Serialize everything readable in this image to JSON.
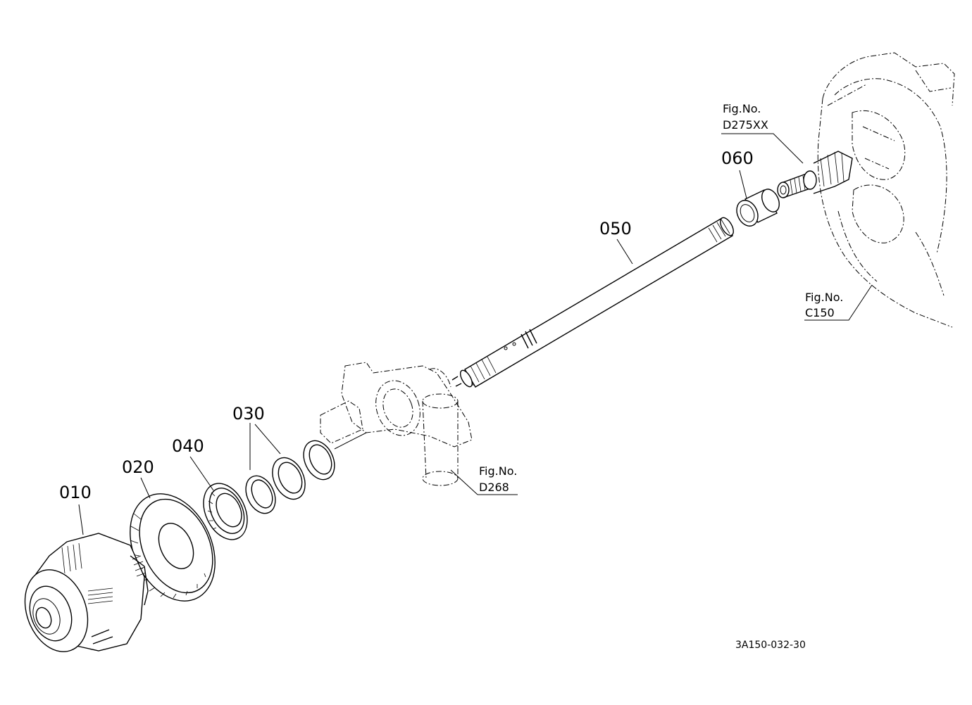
{
  "parts": [
    {
      "id": "010"
    },
    {
      "id": "020"
    },
    {
      "id": "040"
    },
    {
      "id": "030"
    },
    {
      "id": "050"
    },
    {
      "id": "060"
    }
  ],
  "figure_refs": [
    {
      "label": "Fig.No.",
      "ref": "D275XX"
    },
    {
      "label": "Fig.No.",
      "ref": "C150"
    },
    {
      "label": "Fig.No.",
      "ref": "D268"
    }
  ],
  "drawing_code": "3A150-032-30"
}
